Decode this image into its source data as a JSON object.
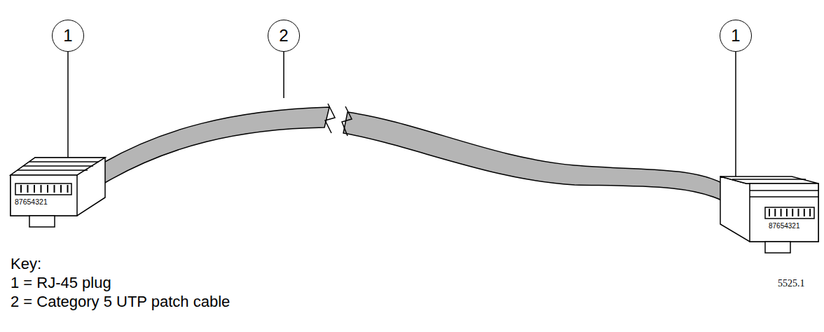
{
  "diagram": {
    "nodes": [
      {
        "text": [
          "1"
        ]
      },
      {
        "text": [
          "2"
        ]
      },
      {
        "text": [
          "1"
        ]
      }
    ],
    "labels": [
      "87654321",
      "87654321",
      "Key:",
      "1 = RJ-45 plug",
      "2 = Category 5 UTP patch cable",
      "5525.1"
    ]
  }
}
